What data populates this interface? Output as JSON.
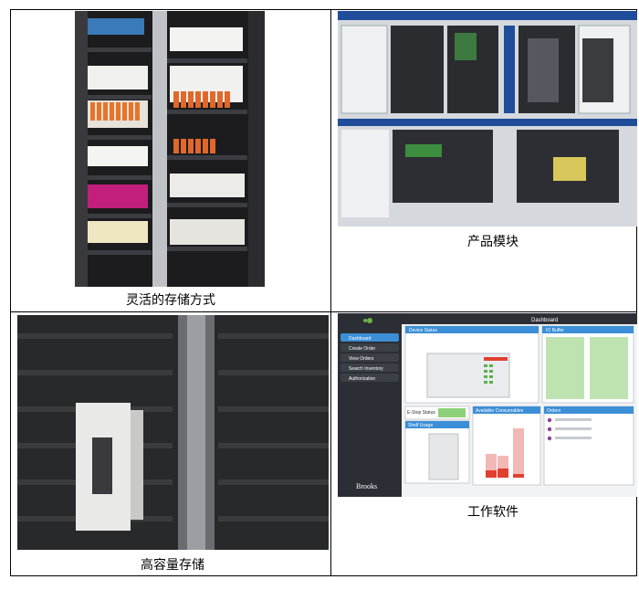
{
  "captions": {
    "flexible_storage": "灵活的存储方式",
    "product_modules": "产品模块",
    "high_capacity": "高容量存储",
    "software": "工作软件"
  },
  "dashboard": {
    "title": "Dashboard",
    "nav": [
      "Dashboard",
      "Create Order",
      "View Orders",
      "Search Inventory",
      "Authorization"
    ],
    "panels": {
      "device_status": "Device Status",
      "io_buffer": "IO Buffer",
      "estop": "E-Stop Status",
      "shelf_usage": "Shelf Usage",
      "consumables": "Available Consumables",
      "orders": "Orders"
    },
    "brand": "Brooks"
  }
}
